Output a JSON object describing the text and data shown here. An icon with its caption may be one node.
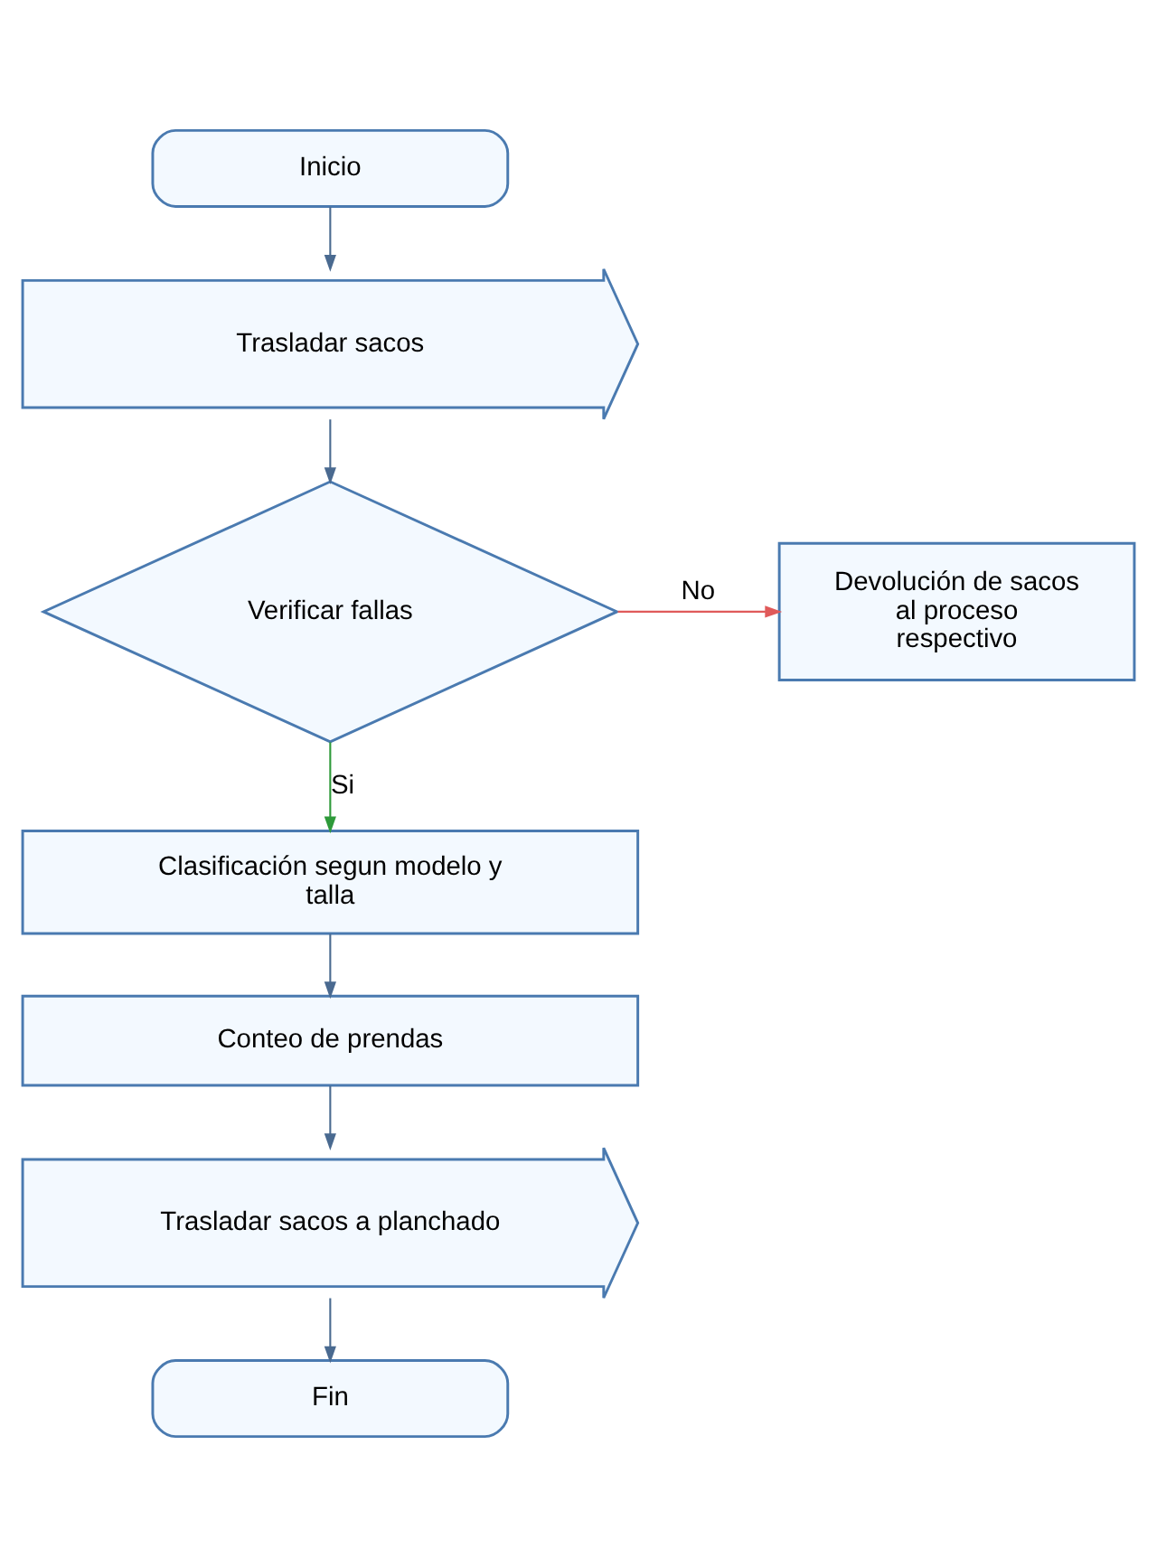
{
  "diagram": {
    "nodes": [
      {
        "text": [
          "Inicio"
        ]
      },
      {
        "text": [
          "Trasladar sacos"
        ]
      },
      {
        "text": [
          "Verificar fallas"
        ]
      },
      {
        "text": [
          "Devolución de sacos al proceso respectivo"
        ]
      },
      {
        "text": [
          "Clasificación segun modelo y talla"
        ]
      },
      {
        "text": [
          "Conteo de prendas"
        ]
      },
      {
        "text": [
          "Trasladar sacos a planchado"
        ]
      },
      {
        "text": [
          "Fin"
        ]
      }
    ],
    "edges": [
      {
        "from": 0,
        "to": 1,
        "arrow": "to"
      },
      {
        "from": 1,
        "to": 2,
        "arrow": "to"
      },
      {
        "from": 2,
        "to": 3,
        "arrow": "to",
        "label": "No",
        "color": "#e05a5a"
      },
      {
        "from": 2,
        "to": 4,
        "arrow": "to",
        "label": "Si",
        "color": "#2e9a3a"
      },
      {
        "from": 4,
        "to": 5,
        "arrow": "to"
      },
      {
        "from": 5,
        "to": 6,
        "arrow": "to"
      },
      {
        "from": 6,
        "to": 7,
        "arrow": "to"
      }
    ]
  }
}
